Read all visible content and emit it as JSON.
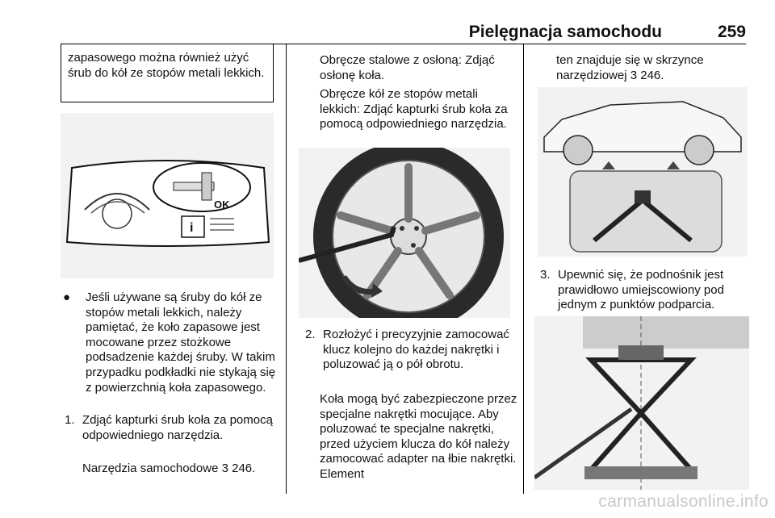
{
  "header": {
    "title": "Pielęgnacja samochodu",
    "page_number": "259"
  },
  "col1": {
    "note": "zapasowego można również użyć śrub do kół ze stopów metali lekkich.",
    "figure_label": "OK",
    "bullet_symbol": "●",
    "bullet_text": "Jeśli używane są śruby do kół ze stopów metali lekkich, należy pamiętać, że koło zapasowe jest mocowane przez stożkowe podsadzenie każdej śruby. W takim przypadku podkładki nie stykają się z powierzchnią koła zapasowego.",
    "step1_number": "1.",
    "step1_text": "Zdjąć kapturki śrub koła za pomocą odpowiedniego narzędzia.",
    "step1_ref_text": "Narzędzia samochodowe",
    "step1_ref_page": "246."
  },
  "col2": {
    "para1": "Obręcze stalowe z osłoną: Zdjąć osłonę koła.",
    "para2": "Obręcze kół ze stopów metali lekkich: Zdjąć kapturki śrub koła za pomocą odpowiedniego narzędzia.",
    "step2_number": "2.",
    "step2_text": "Rozłożyć i precyzyjnie zamocować klucz kolejno do każdej nakrętki i poluzować ją o pół obrotu.",
    "step2_para": "Koła mogą być zabezpieczone przez specjalne nakrętki mocujące. Aby poluzować te specjalne nakrętki, przed użyciem klucza do kół należy zamocować adapter na łbie nakrętki. Element"
  },
  "col3": {
    "cont_text": "ten znajduje się w skrzynce narzędziowej",
    "cont_ref_page": "246.",
    "step3_number": "3.",
    "step3_text": "Upewnić się, że podnośnik jest prawidłowo umiejscowiony pod jednym z punktów podparcia."
  },
  "ref_icon": "ref-arrow-icon",
  "ref_symbol": "3",
  "watermark": "carmanualsonline.info"
}
